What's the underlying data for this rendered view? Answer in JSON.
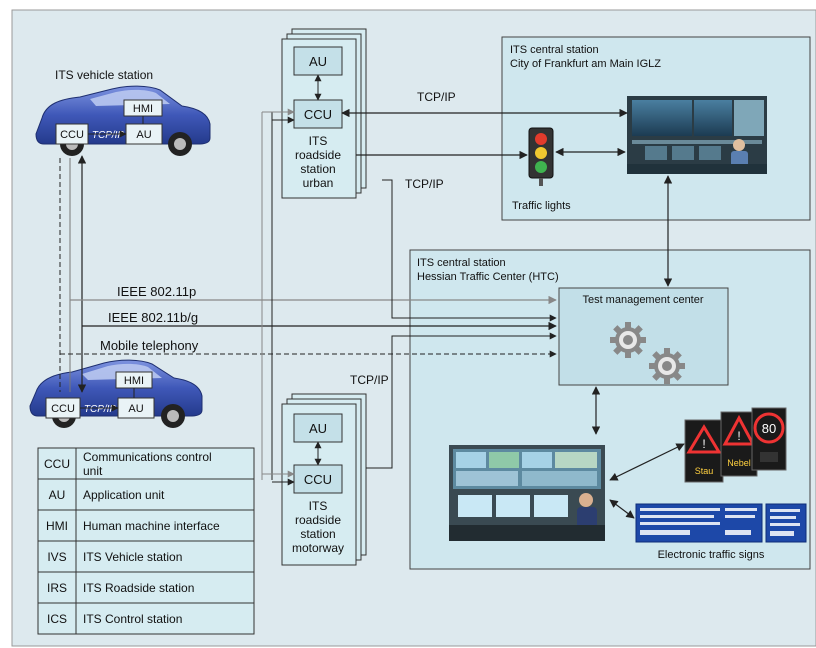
{
  "vehicle_station_1": {
    "label": "ITS vehicle station",
    "ccu": "CCU",
    "tcpip": "TCP/IP",
    "au": "AU",
    "hmi": "HMI"
  },
  "vehicle_station_2": {
    "ccu": "CCU",
    "tcpip": "TCP/IP",
    "au": "AU",
    "hmi": "HMI"
  },
  "roadside_urban": {
    "au": "AU",
    "ccu": "CCU",
    "lines": [
      "ITS",
      "roadside",
      "station",
      "urban"
    ]
  },
  "roadside_motorway": {
    "au": "AU",
    "ccu": "CCU",
    "lines": [
      "ITS",
      "roadside",
      "station",
      "motorway"
    ]
  },
  "links": {
    "tcpip_1": "TCP/IP",
    "tcpip_2": "TCP/IP",
    "tcpip_3": "TCP/IP",
    "ieee_p": "IEEE 802.11p",
    "ieee_bg": "IEEE 802.11b/g",
    "mobile": "Mobile telephony"
  },
  "central_frankfurt": {
    "title": "ITS central station",
    "subtitle": "City of Frankfurt am Main IGLZ",
    "traffic_lights": "Traffic lights"
  },
  "central_htc": {
    "title": "ITS central station",
    "subtitle": "Hessian Traffic Center (HTC)",
    "test_center": "Test management center",
    "signs_label": "Electronic traffic signs",
    "sign_speed": "80",
    "sign_stau": "Stau",
    "sign_nebel": "Nebel"
  },
  "legend": {
    "rows": [
      {
        "abbr": "CCU",
        "desc_1": "Communications control",
        "desc_2": "unit"
      },
      {
        "abbr": "AU",
        "desc_1": "Application unit",
        "desc_2": ""
      },
      {
        "abbr": "HMI",
        "desc_1": "Human machine interface",
        "desc_2": ""
      },
      {
        "abbr": "IVS",
        "desc_1": "ITS Vehicle station",
        "desc_2": ""
      },
      {
        "abbr": "IRS",
        "desc_1": "ITS Roadside station",
        "desc_2": ""
      },
      {
        "abbr": "ICS",
        "desc_1": "ITS Control station",
        "desc_2": ""
      }
    ]
  },
  "colors": {
    "background": "#dde9ee",
    "panel": "#cfe7ee",
    "module": "#d6ecf1",
    "car_body": "#3f58b8",
    "sign_blue": "#1d48a8"
  }
}
